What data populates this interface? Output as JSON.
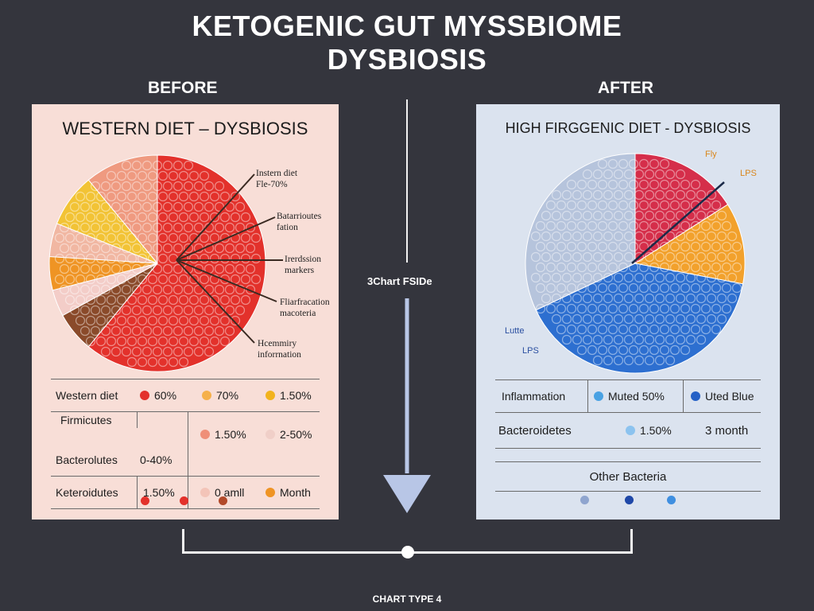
{
  "title_line1": "KETOGENIC GUT MYSSBIOME",
  "title_line2": "DYSBIOSIS",
  "before_label": "BEFORE",
  "after_label": "AFTER",
  "center_label": "3Chart FSIDe",
  "footer_label": "CHART TYPE 4",
  "colors": {
    "background": "#34353d",
    "before_panel": "#f8ded7",
    "after_panel": "#dbe3ef",
    "red": "#e3312b",
    "salmon": "#ec8466",
    "brown": "#8a4a2a",
    "orange": "#ef9424",
    "yellow": "#f2c335",
    "crimson": "#d52e4a",
    "light_blue": "#4aa2e3",
    "blue": "#2561c6",
    "grey_blue": "#a8b8d3"
  },
  "chart_data": [
    {
      "type": "pie",
      "title": "WESTERN DIET – DYSBIOSIS",
      "slices": [
        {
          "label": "",
          "value": 61,
          "color": "#e3312b"
        },
        {
          "label": "",
          "value": 6,
          "color": "#8a4a2a"
        },
        {
          "label": "Instern diet\nFle-70%",
          "value": 4,
          "color": "#f3cdc8"
        },
        {
          "label": "Batarrioutes\nfation",
          "value": 5,
          "color": "#ef9424"
        },
        {
          "label": "Irerdssion\nmarkers",
          "value": 5,
          "color": "#f1b7a2"
        },
        {
          "label": "Fliarfracation\nmacoteria",
          "value": 8,
          "color": "#f2c335"
        },
        {
          "label": "Hcemmiry\ninforrnation",
          "value": 11,
          "color": "#ef9a80"
        }
      ],
      "table": {
        "rows": [
          {
            "label": "Western diet",
            "cells": [
              {
                "text": "60%",
                "dot": "#e3312b"
              },
              {
                "text": "70%",
                "dot": "#f5b04a"
              },
              {
                "text": "1.50%",
                "dot": "#f2b31d"
              }
            ]
          },
          {
            "label": "Firmicutes",
            "cells": [
              {
                "text": "1.50%",
                "dot": "#ef8f78"
              },
              {
                "text": "2-50%",
                "dot": "#f0cfc8"
              }
            ]
          },
          {
            "label": "Bacterolutes",
            "cells": [
              {
                "text": "0-40%",
                "dot": ""
              }
            ]
          },
          {
            "label": "Keteroidutes",
            "cells": [
              {
                "text": "1.50%",
                "dot": ""
              },
              {
                "text": "0 amll",
                "dot": "#f3c4b8"
              },
              {
                "text": "Month",
                "dot": "#ef9424"
              }
            ]
          }
        ],
        "legend_dots": [
          "#e3312b",
          "#e3312b",
          "#b24a2a"
        ]
      }
    },
    {
      "type": "pie",
      "title": "HIGH FIRGGENIC DIET - DYSBIOSIS",
      "slices": [
        {
          "label": "",
          "value": 16,
          "color": "#d52e4a"
        },
        {
          "label": "Fly",
          "value": 12,
          "color": "#f2a12c"
        },
        {
          "label": "LPS",
          "value": 40,
          "color": "#2d6fd0"
        },
        {
          "label": "Lutte",
          "value": 32,
          "color": "#b6c4dc"
        }
      ],
      "extra_labels": [
        "LPS"
      ],
      "table": {
        "rows": [
          {
            "label": "Inflammation",
            "cells": [
              {
                "text": "Muted 50%",
                "dot": "#4aa2e3"
              },
              {
                "text": "Uted Blue",
                "dot": "#2561c6"
              }
            ]
          },
          {
            "label": "Bacteroidetes",
            "cells": [
              {
                "text": "1.50%",
                "dot": "#8cc3ef"
              },
              {
                "text": "3 month",
                "dot": ""
              }
            ]
          },
          {
            "label": "",
            "cells": []
          },
          {
            "label": "Other Bacteria",
            "cells": []
          }
        ],
        "legend_dots": [
          "#8fa5cf",
          "#1f48a8",
          "#3f8fe0"
        ]
      }
    }
  ]
}
